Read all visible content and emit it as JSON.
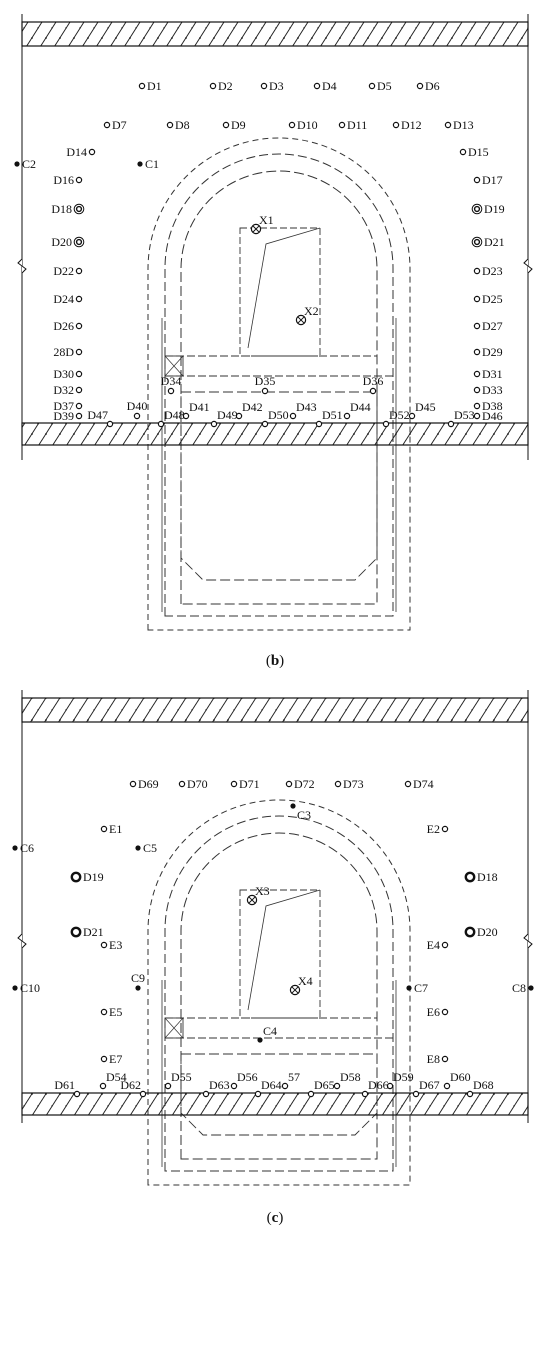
{
  "panels": [
    {
      "id": "b",
      "caption": {
        "open": "(",
        "letter": "b",
        "close": ")"
      },
      "points": [
        {
          "label": "D1",
          "t": "o"
        },
        {
          "label": "D2",
          "t": "o"
        },
        {
          "label": "D3",
          "t": "o"
        },
        {
          "label": "D4",
          "t": "o"
        },
        {
          "label": "D5",
          "t": "o"
        },
        {
          "label": "D6",
          "t": "o"
        },
        {
          "label": "D7",
          "t": "o"
        },
        {
          "label": "D8",
          "t": "o"
        },
        {
          "label": "D9",
          "t": "o"
        },
        {
          "label": "D10",
          "t": "o"
        },
        {
          "label": "D11",
          "t": "o"
        },
        {
          "label": "D12",
          "t": "o"
        },
        {
          "label": "D13",
          "t": "o"
        },
        {
          "label": "D14",
          "t": "o"
        },
        {
          "label": "D15",
          "t": "o"
        },
        {
          "label": "C2",
          "t": "f"
        },
        {
          "label": "C1",
          "t": "f"
        },
        {
          "label": "D16",
          "t": "o"
        },
        {
          "label": "D17",
          "t": "o"
        },
        {
          "label": "D18",
          "t": "d"
        },
        {
          "label": "D19",
          "t": "d"
        },
        {
          "label": "D20",
          "t": "d"
        },
        {
          "label": "D21",
          "t": "d"
        },
        {
          "label": "X1",
          "t": "x"
        },
        {
          "label": "X2",
          "t": "x"
        },
        {
          "label": "D22",
          "t": "o"
        },
        {
          "label": "D23",
          "t": "o"
        },
        {
          "label": "D24",
          "t": "o"
        },
        {
          "label": "D25",
          "t": "o"
        },
        {
          "label": "D26",
          "t": "o"
        },
        {
          "label": "D27",
          "t": "o"
        },
        {
          "label": "28D",
          "t": "o"
        },
        {
          "label": "D29",
          "t": "o"
        },
        {
          "label": "D30",
          "t": "o"
        },
        {
          "label": "D31",
          "t": "o"
        },
        {
          "label": "D32",
          "t": "o"
        },
        {
          "label": "D33",
          "t": "o"
        },
        {
          "label": "D34",
          "t": "o"
        },
        {
          "label": "D35",
          "t": "o"
        },
        {
          "label": "D36",
          "t": "o"
        },
        {
          "label": "D37",
          "t": "o"
        },
        {
          "label": "D38",
          "t": "o"
        },
        {
          "label": "D39",
          "t": "o"
        },
        {
          "label": "D40",
          "t": "o"
        },
        {
          "label": "D41",
          "t": "o"
        },
        {
          "label": "D42",
          "t": "o"
        },
        {
          "label": "D43",
          "t": "o"
        },
        {
          "label": "D44",
          "t": "o"
        },
        {
          "label": "D45",
          "t": "o"
        },
        {
          "label": "D46",
          "t": "o"
        },
        {
          "label": "D47",
          "t": "o"
        },
        {
          "label": "D48",
          "t": "o"
        },
        {
          "label": "D49",
          "t": "o"
        },
        {
          "label": "D50",
          "t": "o"
        },
        {
          "label": "D51",
          "t": "o"
        },
        {
          "label": "D52",
          "t": "o"
        },
        {
          "label": "D53",
          "t": "o"
        }
      ]
    },
    {
      "id": "c",
      "caption": {
        "open": "(",
        "letter": "c",
        "close": ")"
      },
      "points": [
        {
          "label": "D69",
          "t": "o"
        },
        {
          "label": "D70",
          "t": "o"
        },
        {
          "label": "D71",
          "t": "o"
        },
        {
          "label": "D72",
          "t": "o"
        },
        {
          "label": "D73",
          "t": "o"
        },
        {
          "label": "D74",
          "t": "o"
        },
        {
          "label": "C3",
          "t": "f"
        },
        {
          "label": "E1",
          "t": "o"
        },
        {
          "label": "E2",
          "t": "o"
        },
        {
          "label": "C6",
          "t": "f"
        },
        {
          "label": "C5",
          "t": "f"
        },
        {
          "label": "D19",
          "t": "b"
        },
        {
          "label": "D18",
          "t": "b"
        },
        {
          "label": "X3",
          "t": "x"
        },
        {
          "label": "D21",
          "t": "b"
        },
        {
          "label": "D20",
          "t": "b"
        },
        {
          "label": "E3",
          "t": "o"
        },
        {
          "label": "E4",
          "t": "o"
        },
        {
          "label": "C9",
          "t": "f"
        },
        {
          "label": "X4",
          "t": "x"
        },
        {
          "label": "C10",
          "t": "f"
        },
        {
          "label": "C7",
          "t": "f"
        },
        {
          "label": "C8",
          "t": "f"
        },
        {
          "label": "E5",
          "t": "o"
        },
        {
          "label": "E6",
          "t": "o"
        },
        {
          "label": "E7",
          "t": "o"
        },
        {
          "label": "E8",
          "t": "o"
        },
        {
          "label": "C4",
          "t": "f"
        },
        {
          "label": "D54",
          "t": "o"
        },
        {
          "label": "D55",
          "t": "o"
        },
        {
          "label": "D56",
          "t": "o"
        },
        {
          "label": "57",
          "t": "o"
        },
        {
          "label": "D58",
          "t": "o"
        },
        {
          "label": "D59",
          "t": "o"
        },
        {
          "label": "D60",
          "t": "o"
        },
        {
          "label": "D61",
          "t": "o"
        },
        {
          "label": "D62",
          "t": "o"
        },
        {
          "label": "D63",
          "t": "o"
        },
        {
          "label": "D64",
          "t": "o"
        },
        {
          "label": "D65",
          "t": "o"
        },
        {
          "label": "D66",
          "t": "o"
        },
        {
          "label": "D67",
          "t": "o"
        },
        {
          "label": "D68",
          "t": "o"
        }
      ]
    }
  ]
}
